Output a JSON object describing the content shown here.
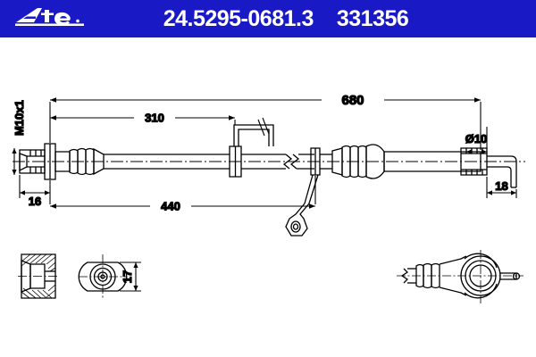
{
  "header": {
    "logo_text": "Ate",
    "logo_name": "ate-logo",
    "part_number": "24.5295-0681.3",
    "reference_number": "331356",
    "background_color": "#1a19c6",
    "text_color": "#ffffff"
  },
  "drawing": {
    "title": "Brake hose technical drawing",
    "line_color": "#000000",
    "background_color": "#ffffff",
    "dimensions": {
      "thread_left": "M10x1",
      "length_16": "16",
      "length_310": "310",
      "length_440": "440",
      "length_680": "680",
      "diameter_10": "Ø10",
      "length_18": "18",
      "width_17": "17"
    }
  }
}
